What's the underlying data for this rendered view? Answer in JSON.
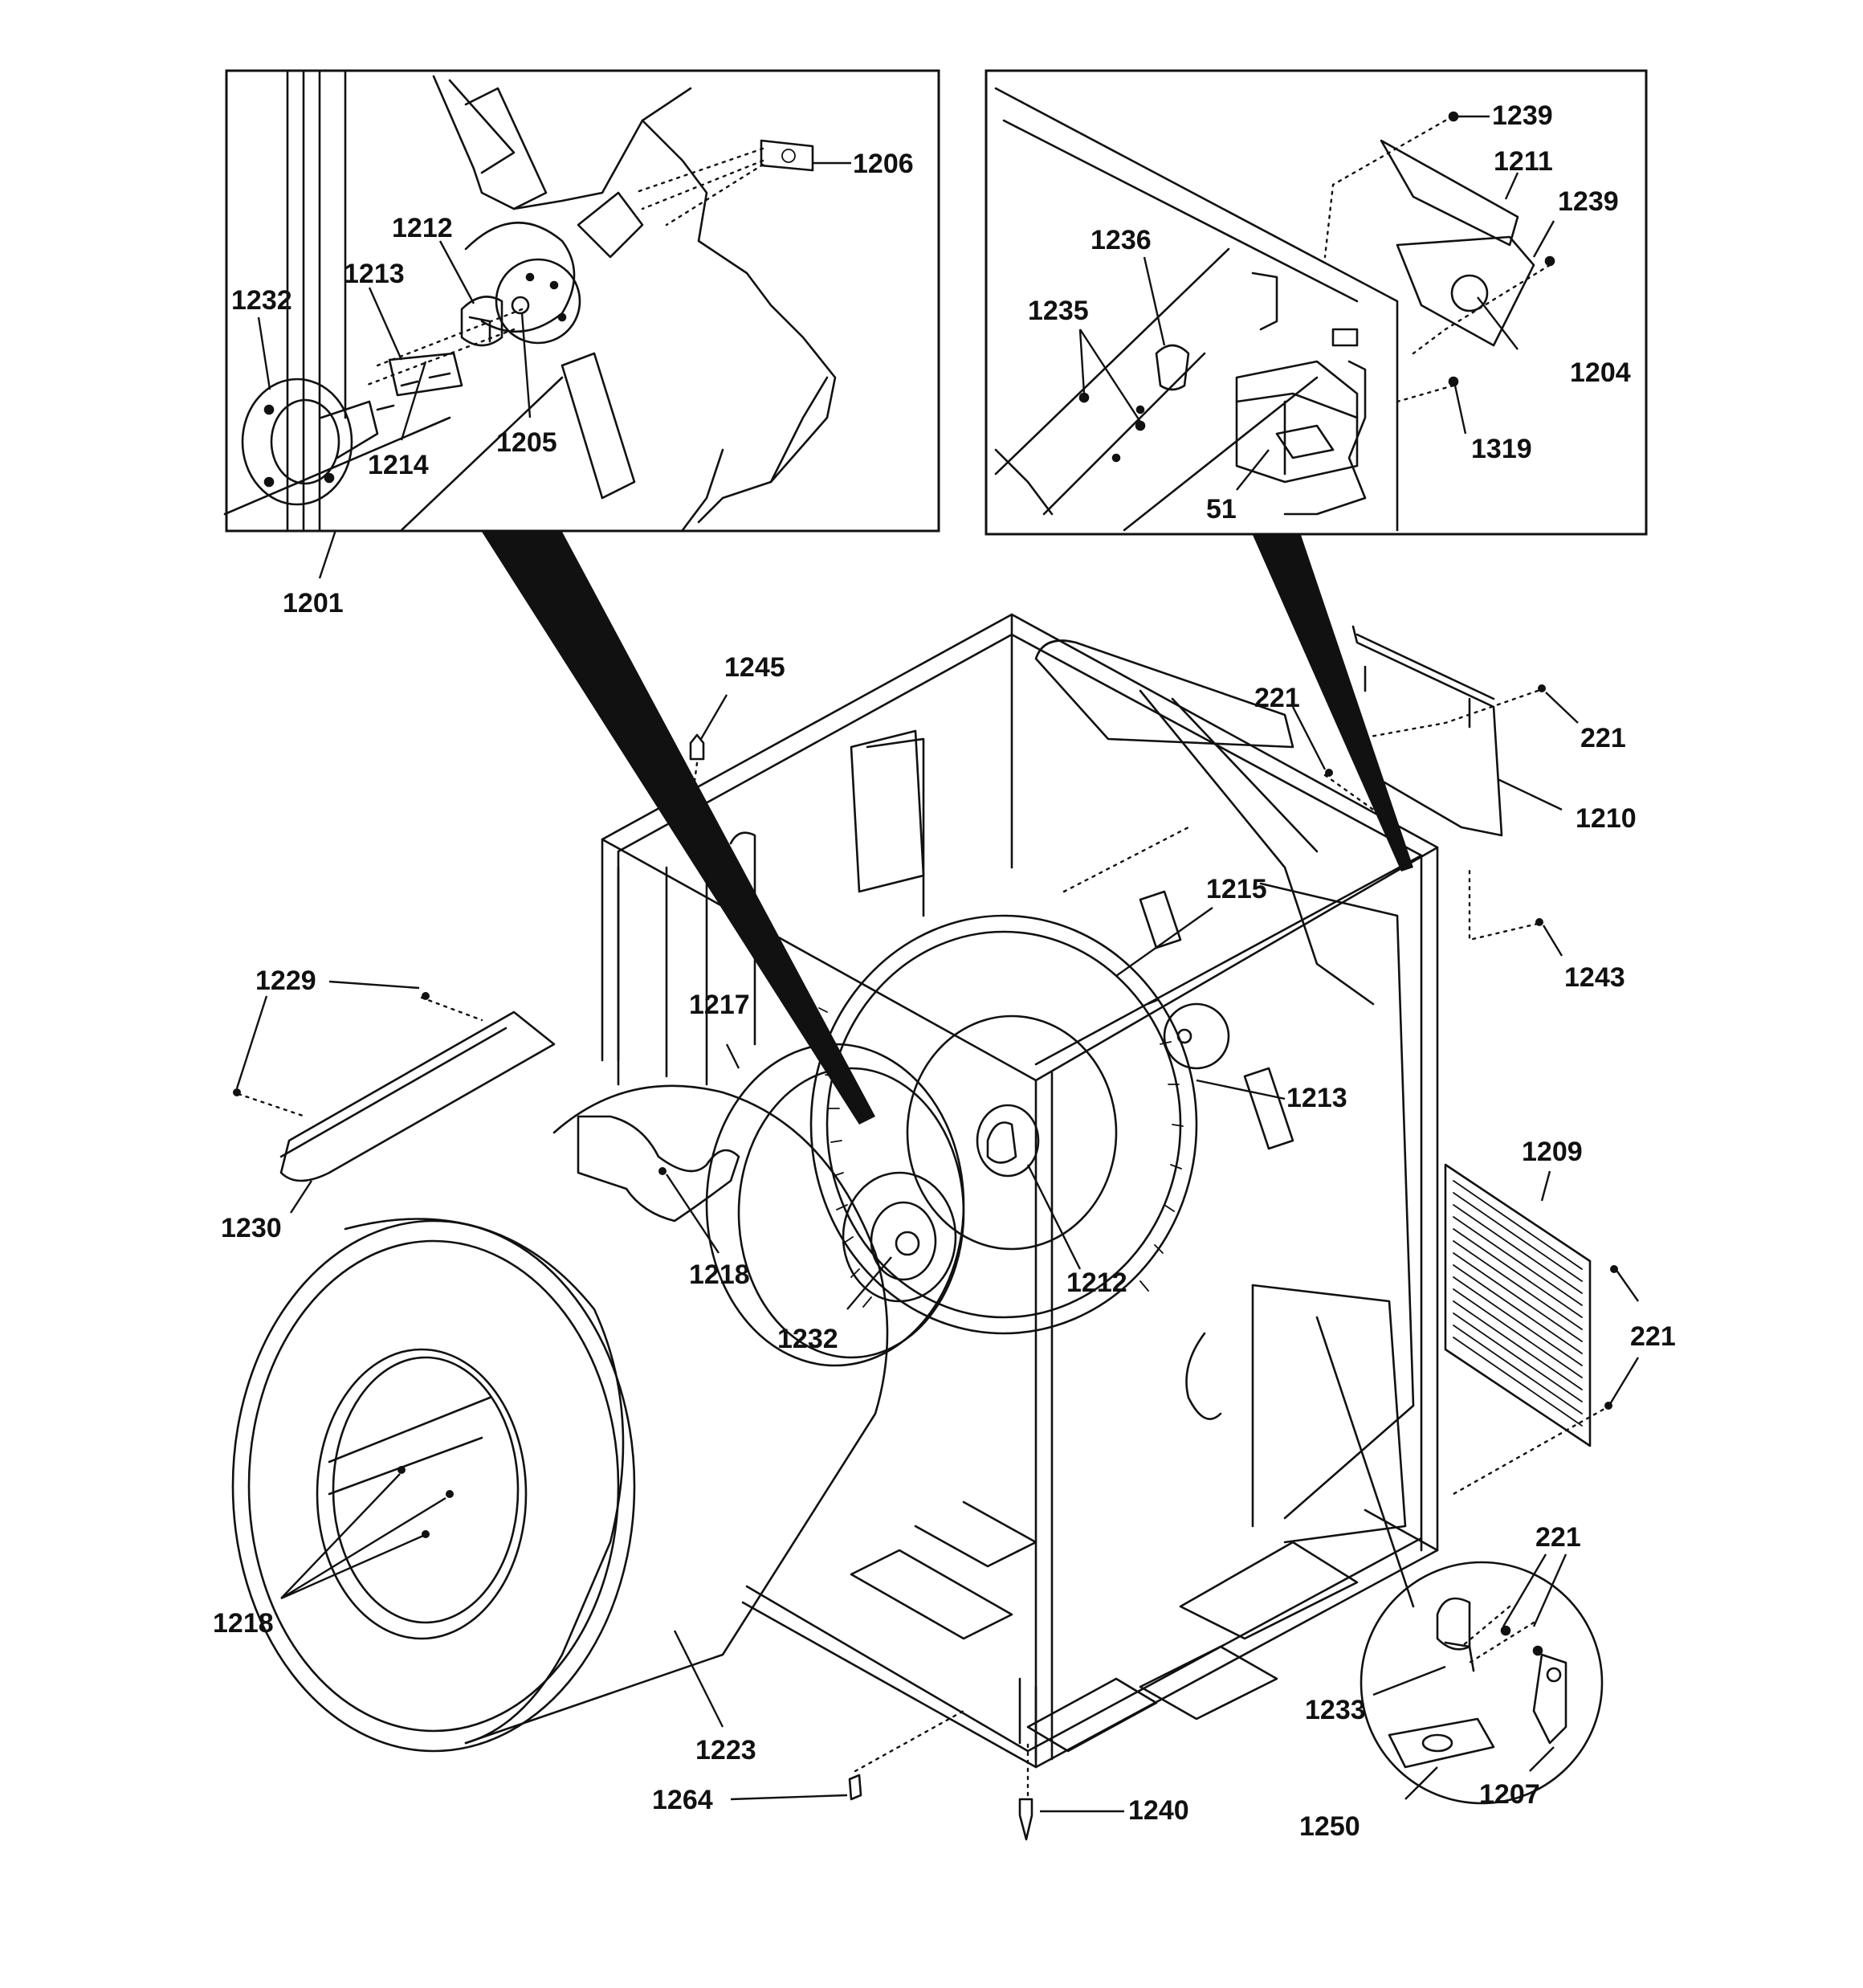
{
  "diagram": {
    "type": "exploded-parts-diagram",
    "insets": [
      {
        "name": "inset-left",
        "callout": "1201",
        "labels": [
          "1206",
          "1212",
          "1232",
          "1213",
          "1214",
          "1205"
        ]
      },
      {
        "name": "inset-right",
        "labels": [
          "1239",
          "1211",
          "1239",
          "1236",
          "1235",
          "1204",
          "1319",
          "51"
        ]
      }
    ],
    "main_labels": [
      "1245",
      "221",
      "221",
      "1210",
      "1215",
      "1243",
      "1229",
      "1217",
      "1213",
      "1230",
      "1218",
      "1209",
      "1212",
      "221",
      "1232",
      "1218",
      "221",
      "1233",
      "1223",
      "1207",
      "1264",
      "1240",
      "1250"
    ]
  }
}
